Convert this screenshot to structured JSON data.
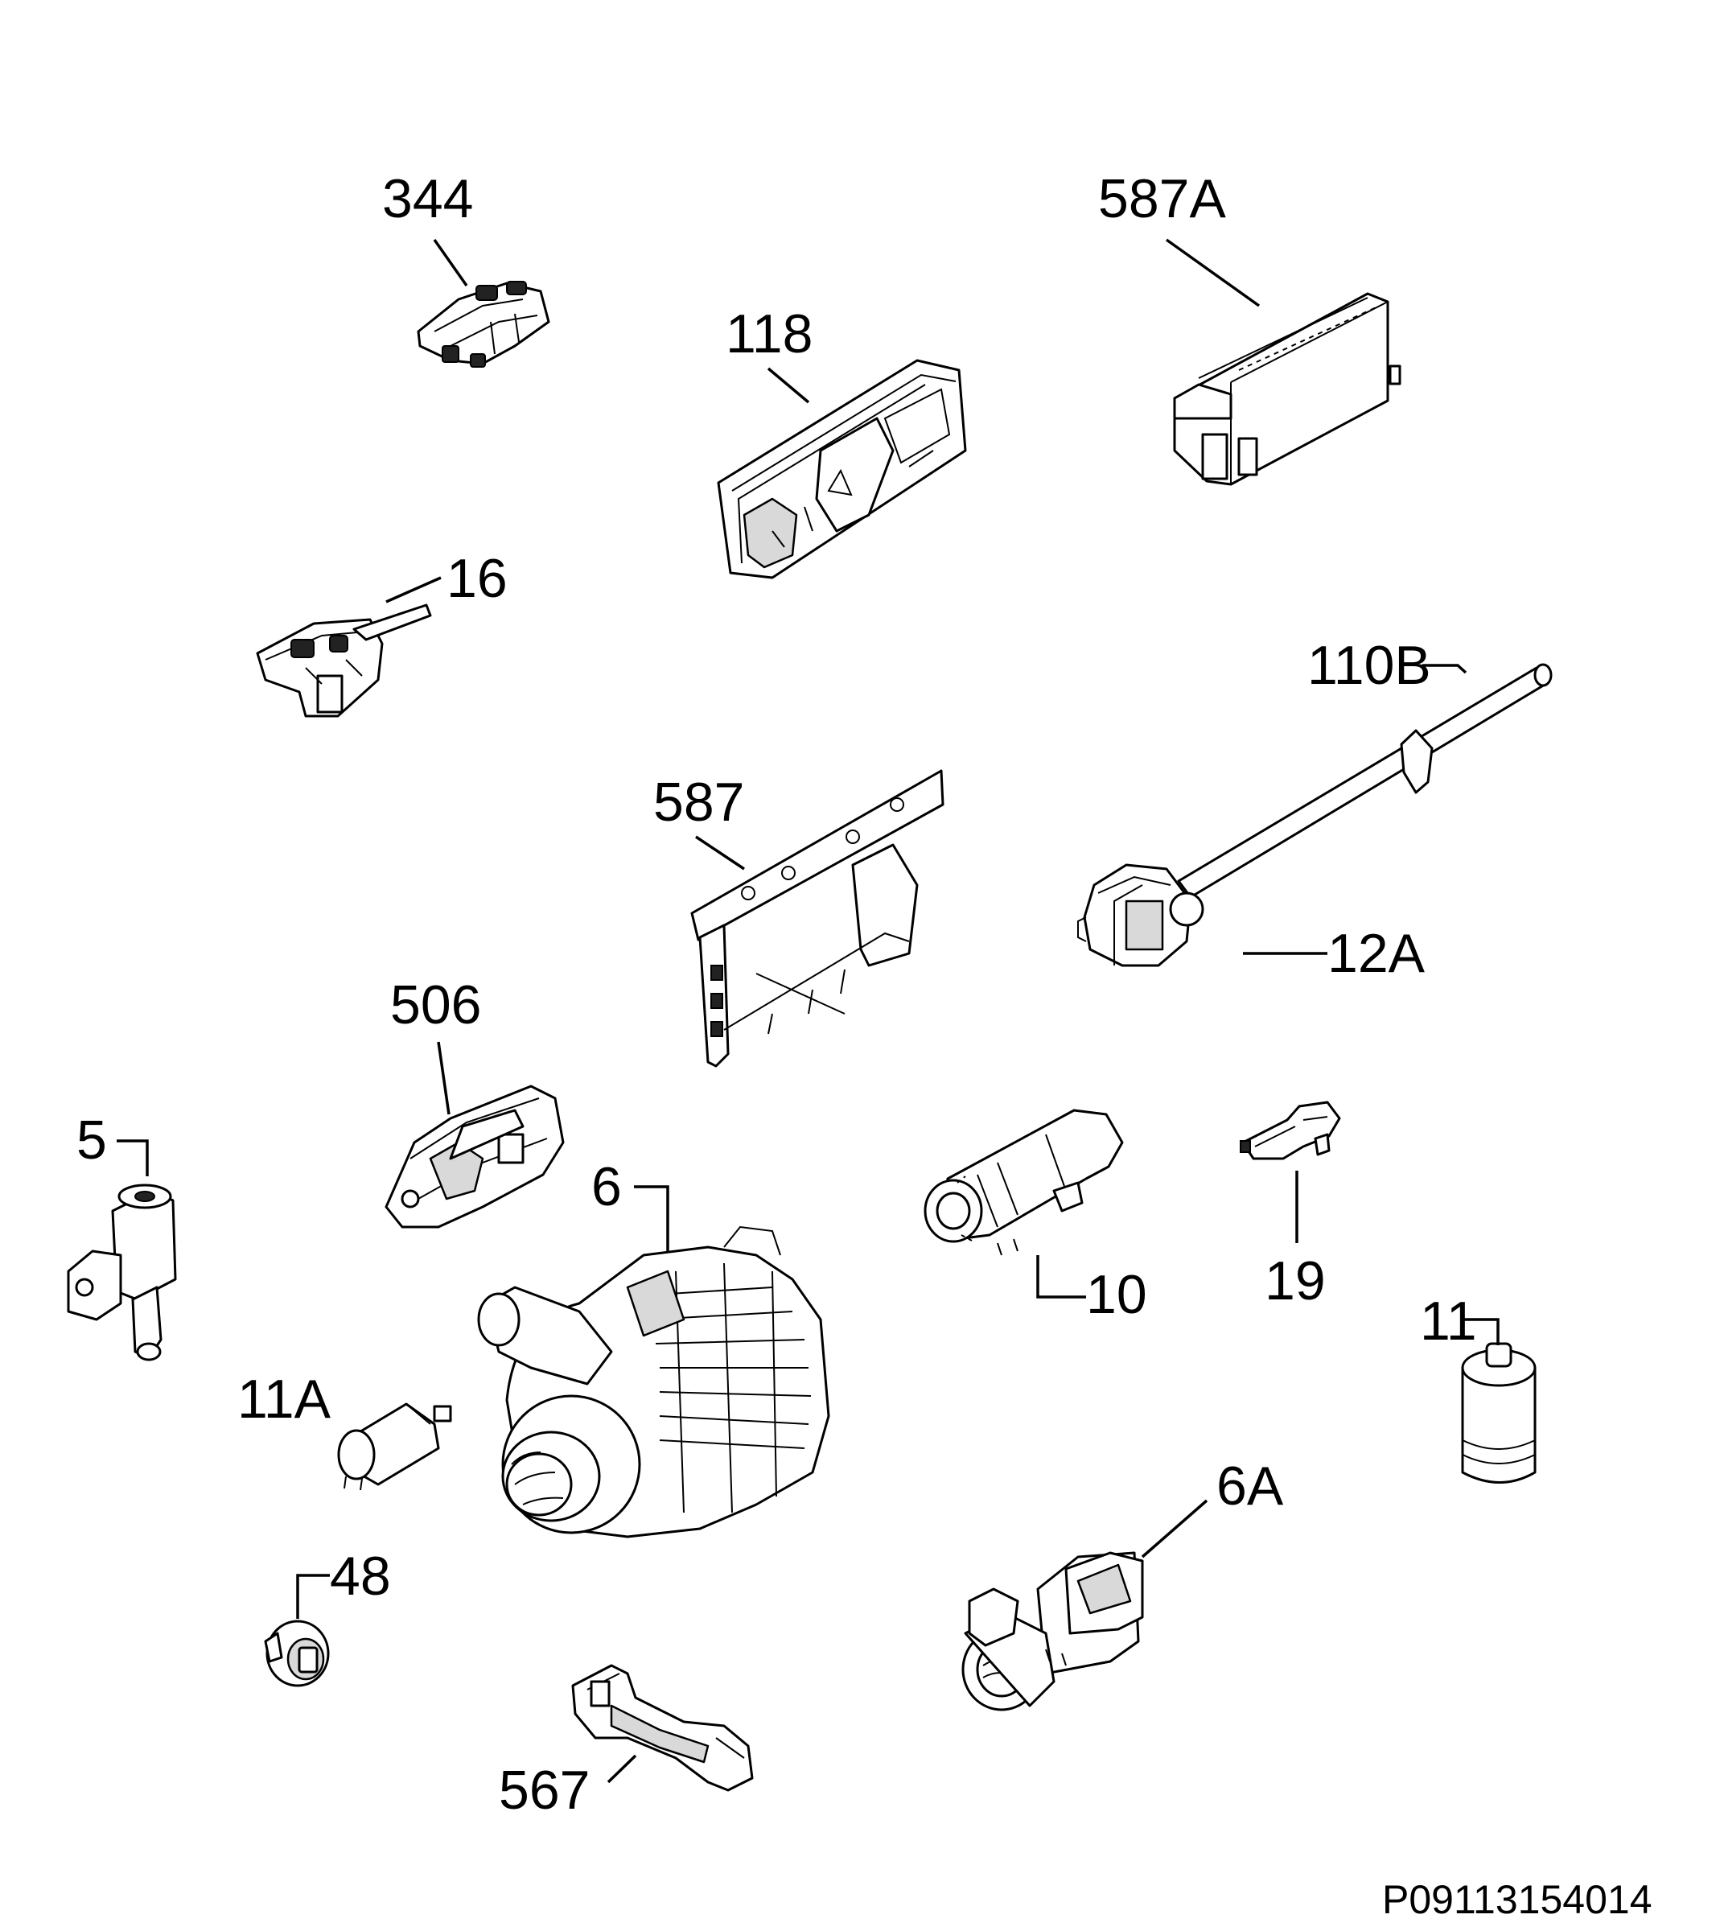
{
  "diagram": {
    "document_code": "P09113154014",
    "labels": {
      "p344": "344",
      "p587A": "587A",
      "p118": "118",
      "p16": "16",
      "p110B": "110B",
      "p587": "587",
      "p12A": "12A",
      "p506": "506",
      "p5": "5",
      "p6": "6",
      "p10": "10",
      "p19": "19",
      "p11": "11",
      "p11A": "11A",
      "p6A": "6A",
      "p48": "48",
      "p567": "567"
    }
  }
}
